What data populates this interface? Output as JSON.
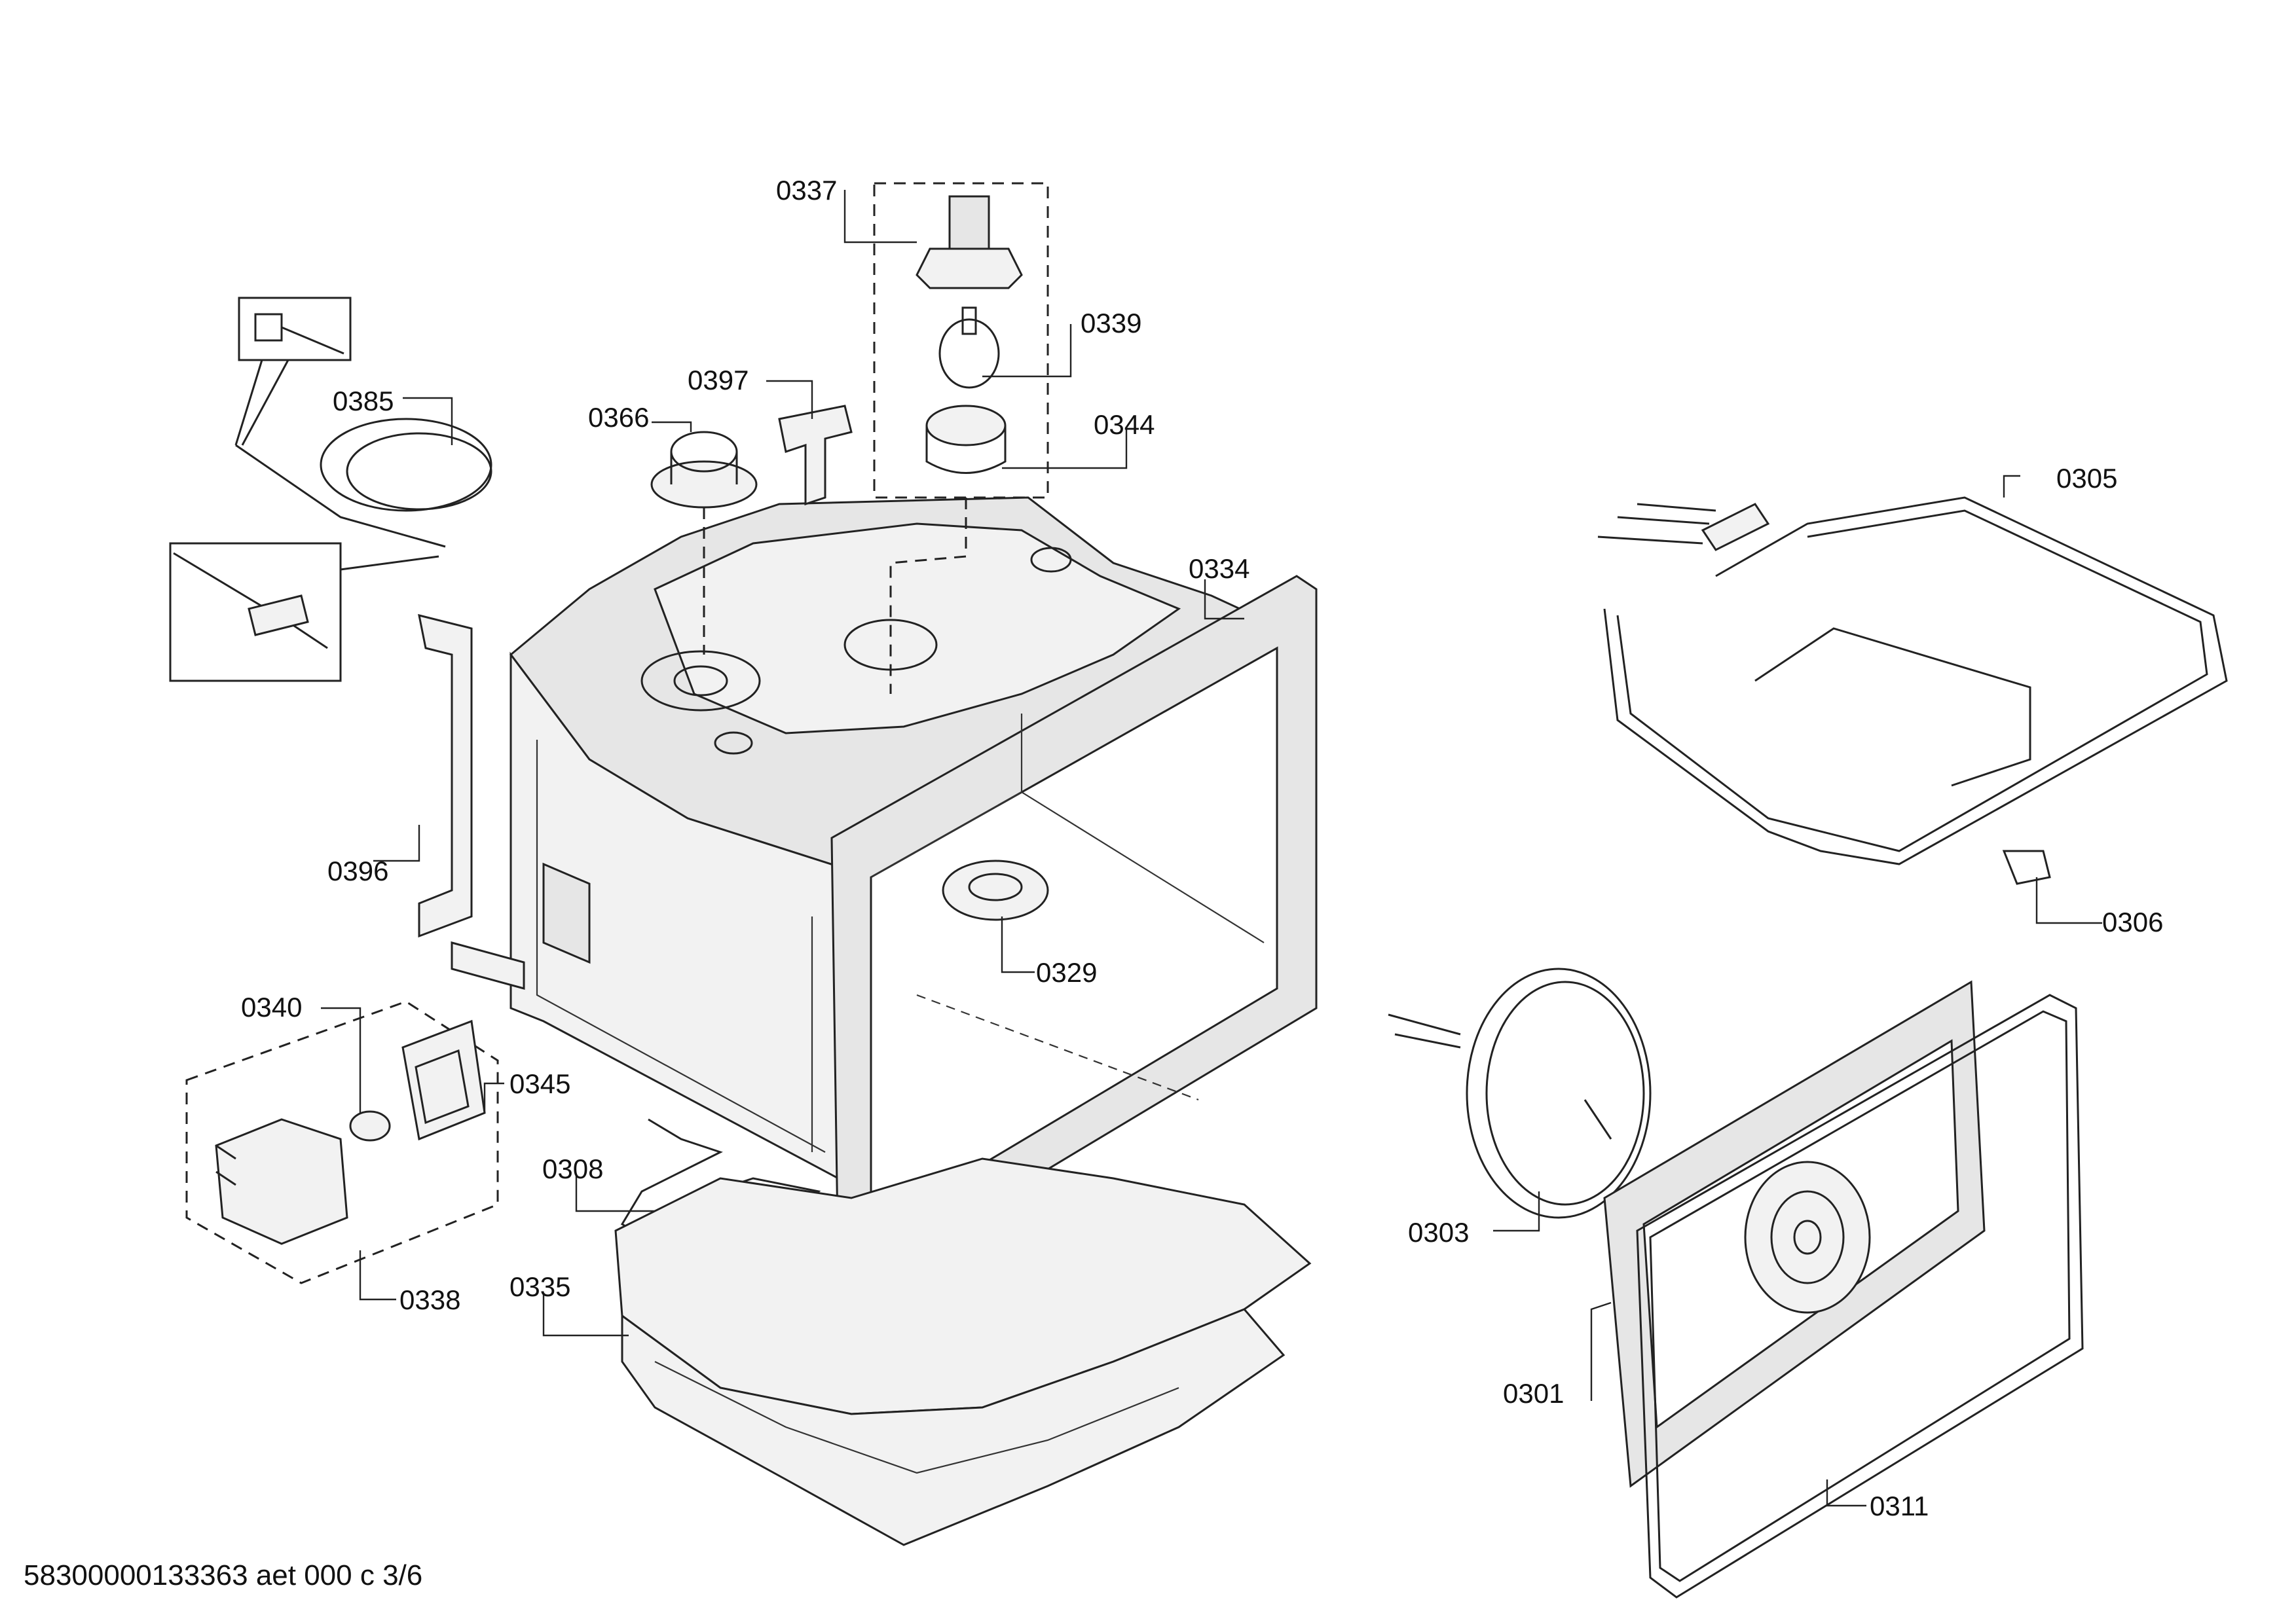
{
  "parts": [
    {
      "key": "p0337",
      "label": "0337"
    },
    {
      "key": "p0339",
      "label": "0339"
    },
    {
      "key": "p0344",
      "label": "0344"
    },
    {
      "key": "p0397",
      "label": "0397"
    },
    {
      "key": "p0366",
      "label": "0366"
    },
    {
      "key": "p0385",
      "label": "0385"
    },
    {
      "key": "p0334",
      "label": "0334"
    },
    {
      "key": "p0305",
      "label": "0305"
    },
    {
      "key": "p0396",
      "label": "0396"
    },
    {
      "key": "p0306",
      "label": "0306"
    },
    {
      "key": "p0329",
      "label": "0329"
    },
    {
      "key": "p0340",
      "label": "0340"
    },
    {
      "key": "p0345",
      "label": "0345"
    },
    {
      "key": "p0308",
      "label": "0308"
    },
    {
      "key": "p0303",
      "label": "0303"
    },
    {
      "key": "p0338",
      "label": "0338"
    },
    {
      "key": "p0335",
      "label": "0335"
    },
    {
      "key": "p0301",
      "label": "0301"
    },
    {
      "key": "p0311",
      "label": "0311"
    }
  ],
  "footer": "58300000133363 aet 000 c 3/6"
}
